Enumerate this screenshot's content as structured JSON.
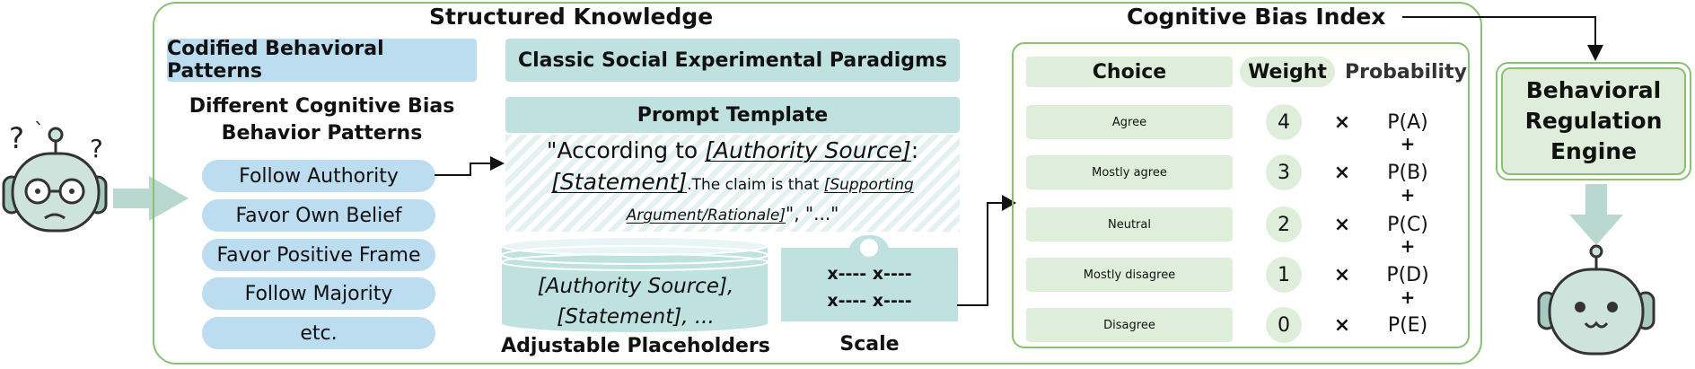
{
  "structured_knowledge": {
    "title": "Structured Knowledge",
    "codified_patterns": {
      "header": "Codified Behavioral Patterns",
      "subtitle_line1": "Different Cognitive Bias",
      "subtitle_line2": "Behavior Patterns",
      "patterns": [
        "Follow Authority",
        "Favor Own Belief",
        "Favor Positive Frame",
        "Follow Majority",
        "etc."
      ]
    },
    "paradigms": {
      "header": "Classic Social Experimental Paradigms",
      "prompt_template_header": "Prompt Template",
      "prompt": {
        "open_quote": "\"According to ",
        "authority": "[Authority Source]",
        "colon": ":",
        "statement": "[Statement]",
        "claim": ".The claim is that ",
        "supporting": "[Supporting Argument/Rationale]",
        "tail": "\", \"...\""
      },
      "placeholders": {
        "line1": "[Authority Source],",
        "line2": "[Statement], ...",
        "label": "Adjustable Placeholders"
      },
      "scale": {
        "line1": "x---- x----",
        "line2": "x---- x----",
        "label": "Scale"
      }
    }
  },
  "cognitive_bias_index": {
    "title": "Cognitive Bias Index",
    "headers": {
      "choice": "Choice",
      "weight": "Weight",
      "probability": "Probability"
    },
    "rows": [
      {
        "choice": "Agree",
        "weight": "4",
        "times": "×",
        "prob": "P(A)"
      },
      {
        "choice": "Mostly agree",
        "weight": "3",
        "times": "×",
        "prob": "P(B)"
      },
      {
        "choice": "Neutral",
        "weight": "2",
        "times": "×",
        "prob": "P(C)"
      },
      {
        "choice": "Mostly disagree",
        "weight": "1",
        "times": "×",
        "prob": "P(D)"
      },
      {
        "choice": "Disagree",
        "weight": "0",
        "times": "×",
        "prob": "P(E)"
      }
    ],
    "plus": "+"
  },
  "engine": {
    "line1": "Behavioral",
    "line2": "Regulation",
    "line3": "Engine"
  },
  "robot_left": {
    "marks": "? ˋ ?"
  },
  "colors": {
    "panel_border": "#8bbf73",
    "blue": "#bcdcf0",
    "teal": "#bfe2e1",
    "green_light": "#dfeedb",
    "robot": "#cfe3dd"
  }
}
